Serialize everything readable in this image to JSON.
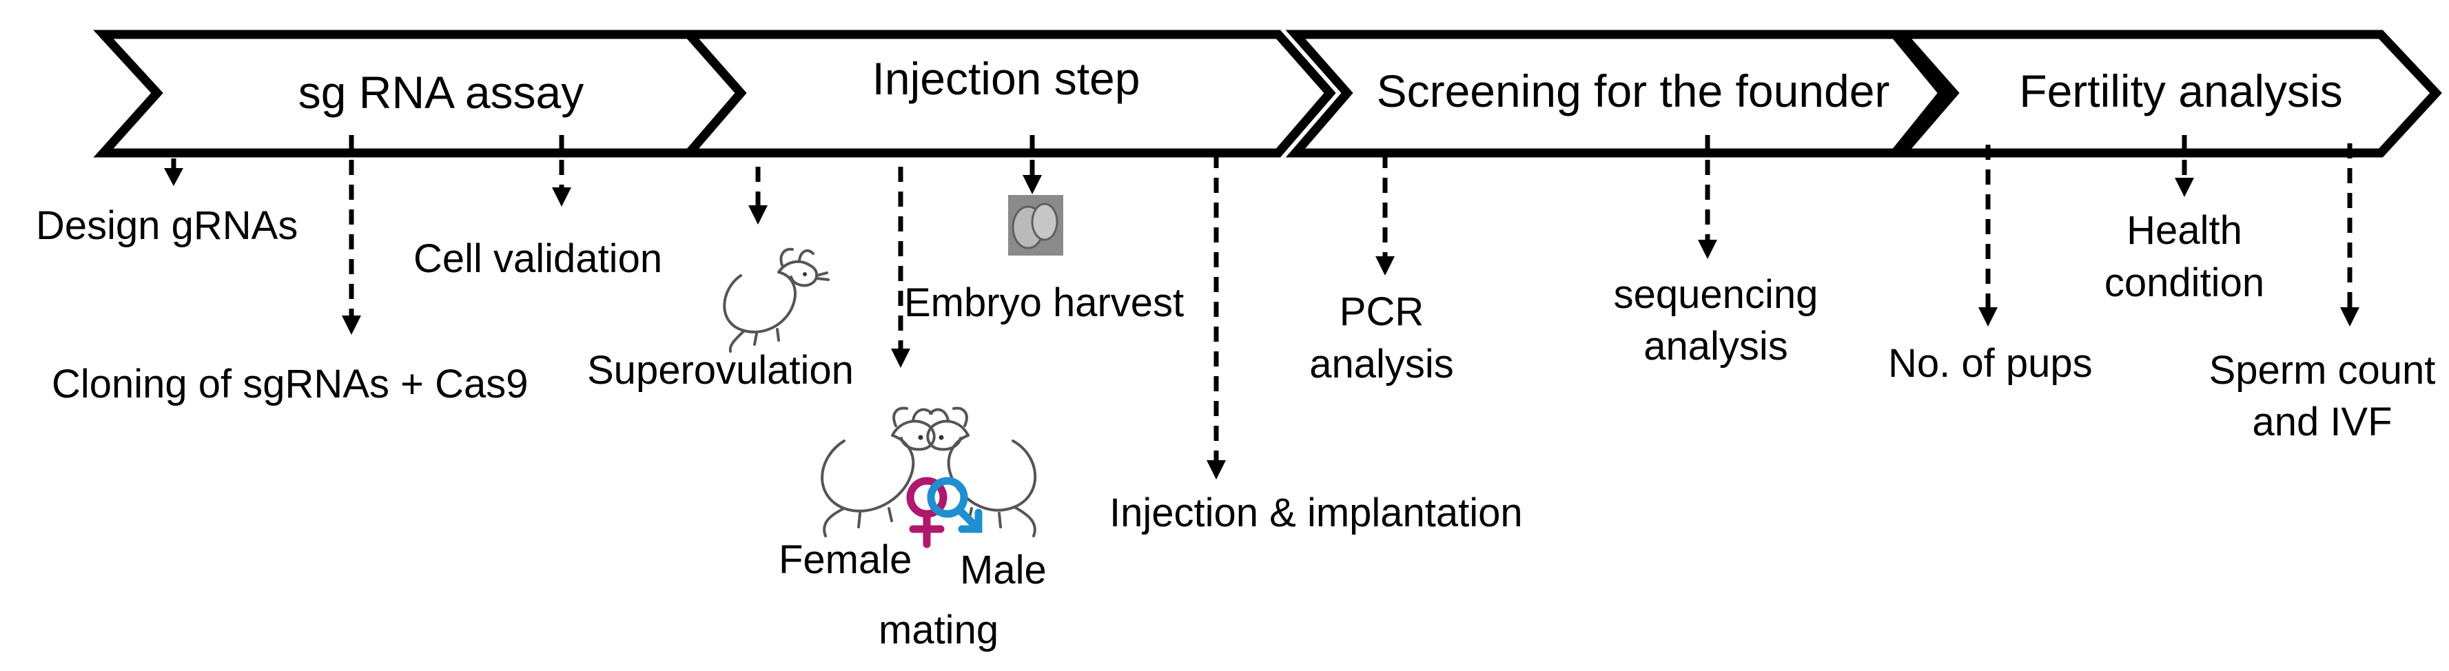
{
  "stages": [
    {
      "title": "sg RNA assay"
    },
    {
      "title": "Injection step"
    },
    {
      "title": "Screening for the founder"
    },
    {
      "title": "Fertility analysis"
    }
  ],
  "labels": {
    "design_grnas": "Design gRNAs",
    "cloning": "Cloning of sgRNAs + Cas9",
    "cell_validation": "Cell validation",
    "superovulation": "Superovulation",
    "embryo_harvest": "Embryo harvest",
    "female": "Female",
    "male": "Male",
    "mating": "mating",
    "injection_implantation": "Injection  & implantation",
    "pcr_line1": "PCR",
    "pcr_line2": "analysis",
    "seq_line1": "sequencing",
    "seq_line2": "analysis",
    "no_pups": "No. of pups",
    "health_line1": "Health",
    "health_line2": "condition",
    "sperm_line1": "Sperm count",
    "sperm_line2": "and IVF"
  },
  "colors": {
    "female_symbol": "#b0186e",
    "male_symbol": "#1e8fd0",
    "stroke": "#000000"
  },
  "icons": [
    "mouse-icon",
    "mice-pair-icon",
    "female-symbol-icon",
    "male-symbol-icon",
    "embryo-image"
  ]
}
